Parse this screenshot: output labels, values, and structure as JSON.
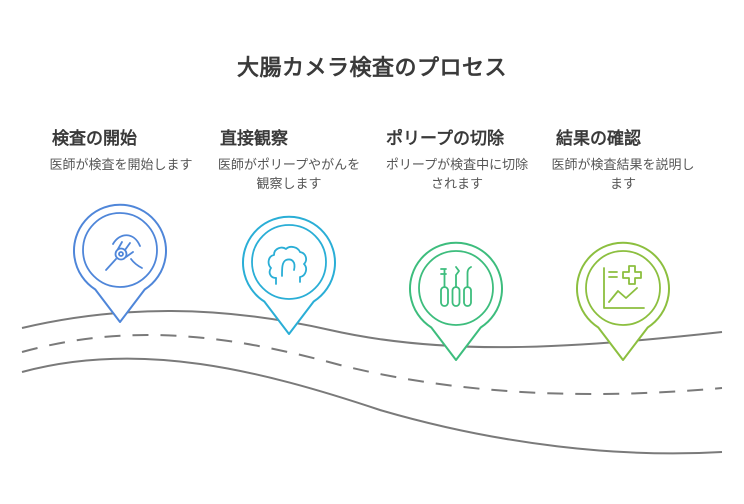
{
  "title": "大腸カメラ検査のプロセス",
  "steps": [
    {
      "heading": "検査の開始",
      "description": "医師が検査を開始します",
      "icon": "endoscope-icon",
      "color": "#4f86d9"
    },
    {
      "heading": "直接観察",
      "description": "医師がポリープやがんを観察します",
      "icon": "intestine-icon",
      "color": "#2aaed6"
    },
    {
      "heading": "ポリープの切除",
      "description": "ポリープが検査中に切除されます",
      "icon": "surgical-tools-icon",
      "color": "#3dbd7d"
    },
    {
      "heading": "結果の確認",
      "description": "医師が検査結果を説明します",
      "icon": "medical-chart-icon",
      "color": "#8cbf3f"
    }
  ]
}
